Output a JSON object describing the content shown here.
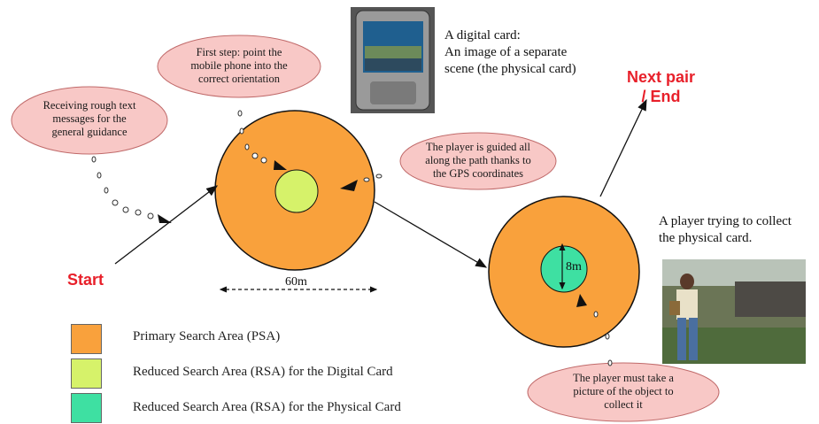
{
  "clouds": {
    "receiving": [
      "Receiving rough text",
      "messages for the",
      "general guidance"
    ],
    "first_step": [
      "First step: point the",
      "mobile phone into the",
      "correct orientation"
    ],
    "guided": [
      "The player is guided all",
      "along the path thanks to",
      "the GPS coordinates"
    ],
    "must_take": [
      "The player must take a",
      "picture of the object to",
      "collect it"
    ]
  },
  "labels": {
    "start": "Start",
    "next_pair": [
      "Next pair",
      "/ End"
    ],
    "distance": "60m",
    "inner_distance": "8m",
    "digital_card": [
      "A digital card:",
      "An image of a separate",
      "scene (the physical card)"
    ],
    "player_collect": [
      "A player trying to collect",
      "the physical card."
    ]
  },
  "legend": [
    {
      "label": "Primary Search Area (PSA)",
      "color": "#f9a13c"
    },
    {
      "label": "Reduced Search Area (RSA) for the Digital Card",
      "color": "#d6f26a"
    },
    {
      "label": "Reduced Search Area (RSA) for the Physical Card",
      "color": "#3ee0a2"
    }
  ],
  "colors": {
    "psa": "#f9a13c",
    "rsa_digital": "#d6f26a",
    "rsa_physical": "#3ee0a2",
    "cloud_fill": "#f8c8c6",
    "red": "#e8202a"
  },
  "images": {
    "phone": "mobile-phone-photo",
    "player": "player-photo"
  }
}
